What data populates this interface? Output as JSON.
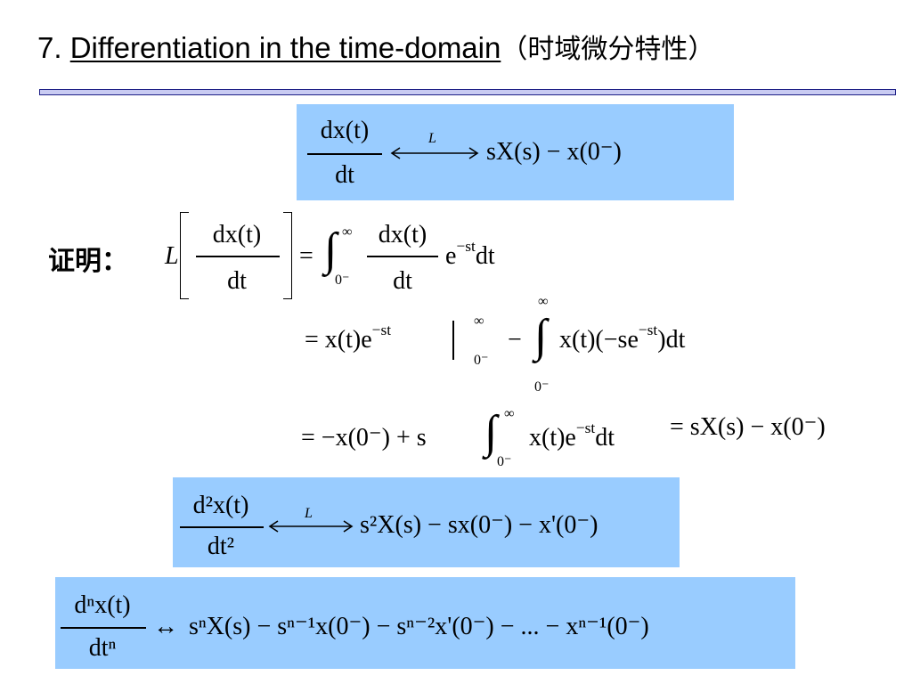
{
  "title": {
    "number": "7.",
    "text": "Differentiation in the time-domain",
    "chinese": "（时域微分特性）"
  },
  "box1": {
    "num": "dx(t)",
    "den": "dt",
    "op": "L",
    "rhs": "sX(s) − x(0⁻)"
  },
  "proof": {
    "label": "证明：",
    "line1": {
      "op": "L",
      "num": "dx(t)",
      "den": "dt",
      "eq": "=",
      "upper": "∞",
      "lower": "0⁻",
      "num2": "dx(t)",
      "den2": "dt",
      "tail": "e",
      "tail_exp": "−st",
      "tail_end": "dt"
    },
    "line2": {
      "start": "= x(t)e",
      "start_exp": "−st",
      "upper": "∞",
      "lower": "0⁻",
      "minus": "−",
      "int_upper": "∞",
      "int_lower": "0⁻",
      "body": "x(t)(−se",
      "body_exp": "−st",
      "body_end": ")dt"
    },
    "line3": {
      "start": "= −x(0⁻) + s",
      "upper": "∞",
      "lower": "0⁻",
      "body": "x(t)e",
      "body_exp": "−st",
      "body_end": "dt",
      "result": "= sX(s) − x(0⁻)"
    }
  },
  "box2": {
    "num": "d²x(t)",
    "den": "dt²",
    "op": "L",
    "rhs": "s²X(s) − sx(0⁻) − x'(0⁻)"
  },
  "box3": {
    "num": "dⁿx(t)",
    "den": "dtⁿ",
    "arrow": "↔",
    "rhs": "sⁿX(s) − sⁿ⁻¹x(0⁻) − sⁿ⁻²x'(0⁻) − ... − xⁿ⁻¹(0⁻)"
  },
  "colors": {
    "highlight": "#99ccff",
    "divider_fill": "#c9cbf2",
    "divider_border": "#1d1f86"
  }
}
